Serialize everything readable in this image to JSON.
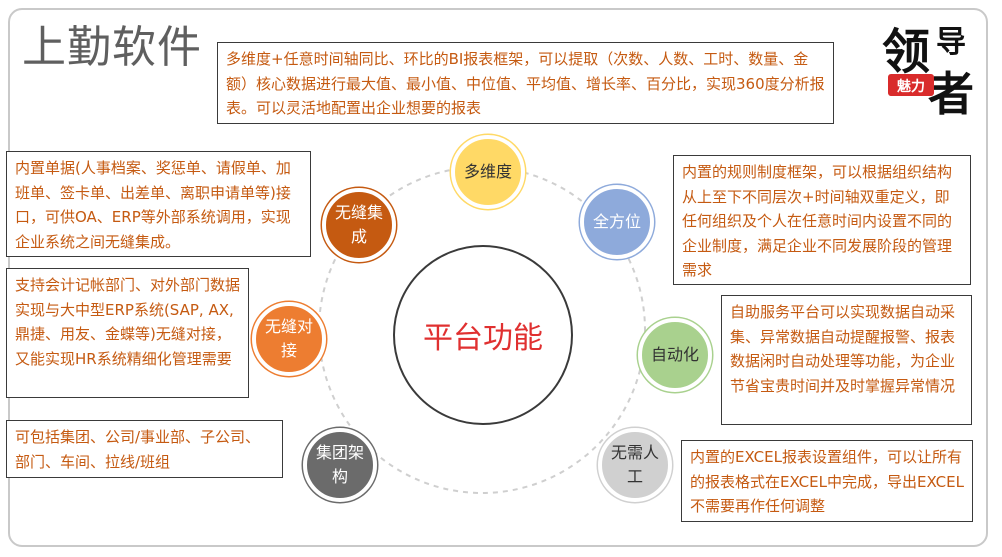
{
  "title": "上勤软件",
  "logo": {
    "main": "领导者",
    "badge": "魅力"
  },
  "center": "平台功能",
  "features": [
    {
      "id": "duoweidu",
      "label": "多维度",
      "color": "#ffd966",
      "text_color": "#333333"
    },
    {
      "id": "quanfangwei",
      "label": "全方位",
      "color": "#8eaadb",
      "text_color": "#ffffff"
    },
    {
      "id": "zidonghua",
      "label": "自动化",
      "color": "#a9d18e",
      "text_color": "#333333"
    },
    {
      "id": "wuxurengong",
      "label": "无需人工",
      "color": "#d0d0d0",
      "text_color": "#333333"
    },
    {
      "id": "jituanjiagou",
      "label": "集团架构",
      "color": "#6b6b6b",
      "text_color": "#ffffff"
    },
    {
      "id": "wufengduijie",
      "label": "无缝对接",
      "color": "#ed7d31",
      "text_color": "#ffffff"
    },
    {
      "id": "wufengjicheng",
      "label": "无缝集成",
      "color": "#c55a11",
      "text_color": "#ffffff"
    }
  ],
  "descriptions": {
    "duoweidu": "多维度+任意时间轴同比、环比的BI报表框架，可以提取（次数、人数、工时、数量、金额）核心数据进行最大值、最小值、中位值、平均值、增长率、百分比，实现360度分析报表。可以灵活地配置出企业想要的报表",
    "quanfangwei": "内置的规则制度框架，可以根据组织结构从上至下不同层次+时间轴双重定义，即任何组织及个人在任意时间内设置不同的企业制度，满足企业不同发展阶段的管理需求",
    "zidonghua": "自助服务平台可以实现数据自动采集、异常数据自动提醒报警、报表数据闲时自动处理等功能，为企业节省宝贵时间并及时掌握异常情况",
    "wuxurengong": "内置的EXCEL报表设置组件，可以让所有的报表格式在EXCEL中完成，导出EXCEL不需要再作任何调整",
    "jituanjiagou": "可包括集团、公司/事业部、子公司、部门、车间、拉线/班组",
    "wufengduijie": "支持会计记帐部门、对外部门数据实现与大中型ERP系统(SAP, AX,鼎捷、用友、金蝶等)无缝对接，又能实现HR系统精细化管理需要",
    "wufengjicheng": "内置单据(人事档案、奖惩单、请假单、加班单、签卡单、出差单、离职申请单等)接口，可供OA、ERP等外部系统调用，实现企业系统之间无缝集成。"
  }
}
